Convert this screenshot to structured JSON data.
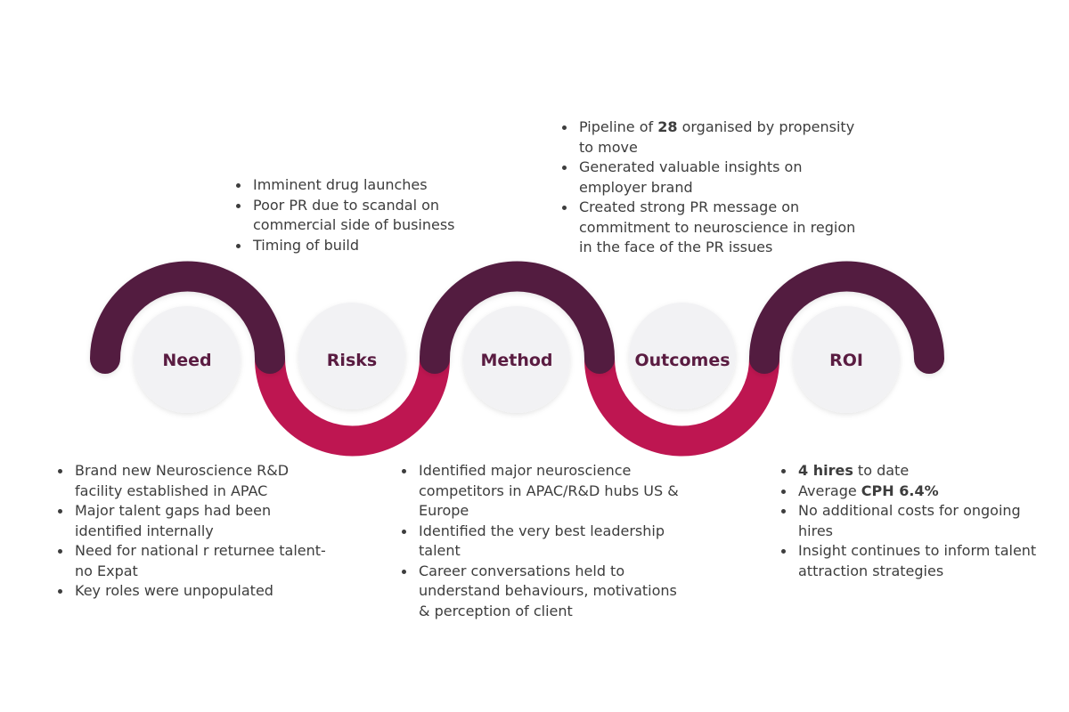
{
  "colors": {
    "dark_arc": "#531c40",
    "light_arc": "#be1651",
    "circle_fill": "#f2f2f4",
    "label": "#5a1c41",
    "text": "#3d3d3d"
  },
  "stages": [
    {
      "label": "Need"
    },
    {
      "label": "Risks"
    },
    {
      "label": "Method"
    },
    {
      "label": "Outcomes"
    },
    {
      "label": "ROI"
    }
  ],
  "risks": {
    "items": [
      "Imminent drug launches",
      "Poor PR due to scandal on commercial side of business",
      "Timing of build"
    ]
  },
  "outcomes": {
    "item1_pre": "Pipeline of ",
    "item1_bold": "28",
    "item1_post": " organised by propensity to move",
    "item2": "Generated valuable insights on employer brand",
    "item3": "Created strong PR message on commitment to neuroscience in region in the face of the PR issues"
  },
  "need": {
    "items": [
      "Brand new Neuroscience R&D facility established in APAC",
      "Major talent gaps had been identified internally",
      "Need for national r returnee talent- no Expat",
      "Key roles were unpopulated"
    ]
  },
  "method": {
    "items": [
      "Identified major neuroscience competitors in APAC/R&D hubs US & Europe",
      "Identified the very best leadership talent",
      "Career conversations held to understand behaviours, motivations & perception of client"
    ]
  },
  "roi": {
    "item1_bold": "4 hires",
    "item1_post": " to date",
    "item2_pre": "Average ",
    "item2_bold": "CPH 6.4%",
    "item3": "No additional costs for ongoing hires",
    "item4": "Insight continues to inform talent attraction strategies"
  }
}
